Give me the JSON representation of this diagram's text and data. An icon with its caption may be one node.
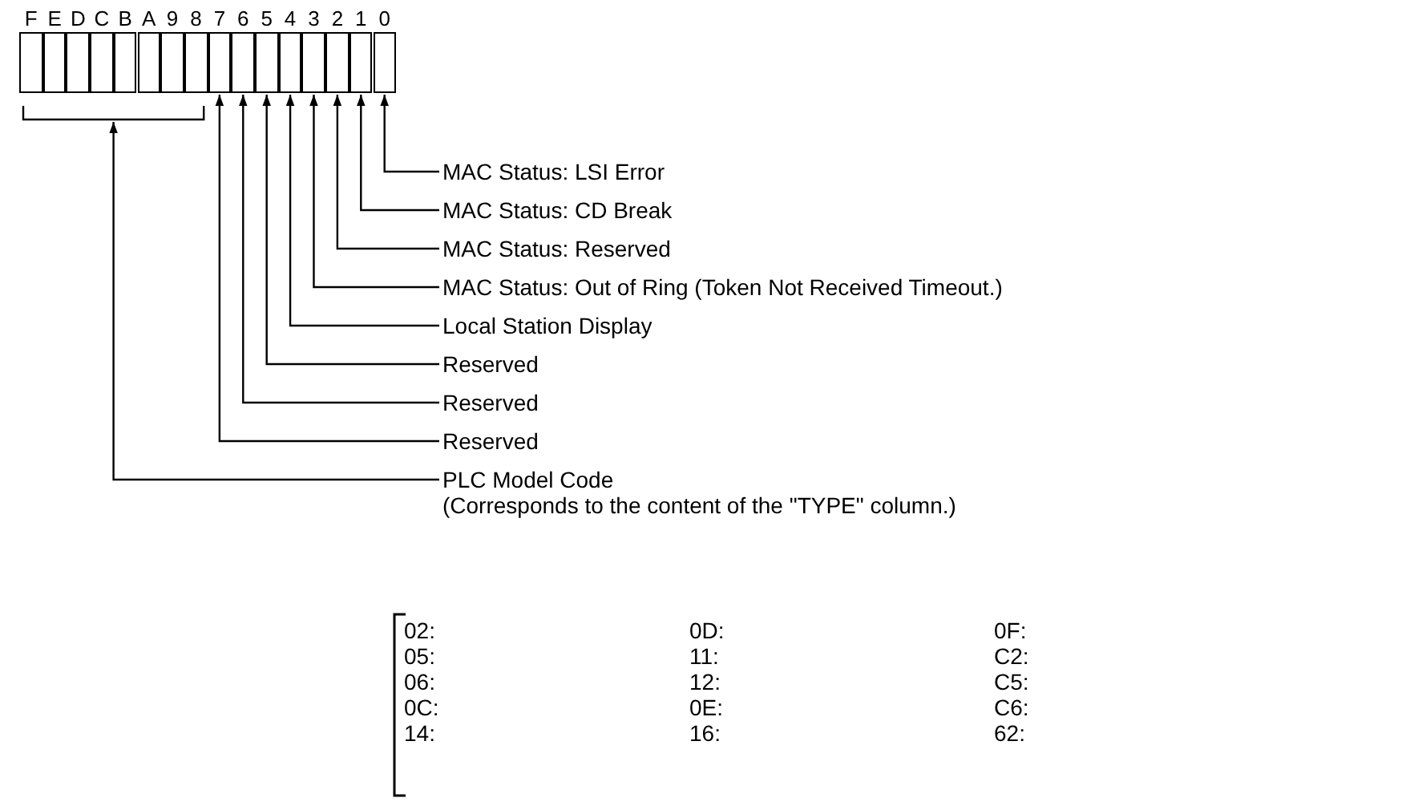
{
  "diagram": {
    "nodes": [
      {
        "text": [
          "F"
        ]
      },
      {
        "text": [
          "E"
        ]
      },
      {
        "text": [
          "D"
        ]
      },
      {
        "text": [
          "C"
        ]
      },
      {
        "text": [
          "B"
        ]
      },
      {
        "text": [
          "A"
        ]
      },
      {
        "text": [
          "9"
        ]
      },
      {
        "text": [
          "8"
        ]
      },
      {
        "text": [
          "7"
        ]
      },
      {
        "text": [
          "6"
        ]
      },
      {
        "text": [
          "5"
        ]
      },
      {
        "text": [
          "4"
        ]
      },
      {
        "text": [
          "3"
        ]
      },
      {
        "text": [
          "2"
        ]
      },
      {
        "text": [
          "1"
        ]
      },
      {
        "text": [
          "0"
        ]
      },
      {
        "text": [],
        "shape": "bracket"
      },
      {
        "text": [
          "MAC Status: LSI Error"
        ]
      },
      {
        "text": [
          "MAC Status: CD Break"
        ]
      },
      {
        "text": [
          "MAC Status: Reserved"
        ]
      },
      {
        "text": [
          "MAC Status: Out of Ring (Token Not Received Timeout.)"
        ]
      },
      {
        "text": [
          "Local Station Display"
        ]
      },
      {
        "text": [
          "Reserved"
        ]
      },
      {
        "text": [
          "Reserved"
        ]
      },
      {
        "text": [
          "Reserved"
        ]
      },
      {
        "text": [
          "PLC Model Code",
          "(Corresponds to the content of the \"TYPE\" column.)"
        ]
      }
    ],
    "edges": [
      {
        "from": 17,
        "to": 15,
        "arrow": "to"
      },
      {
        "from": 18,
        "to": 14,
        "arrow": "to"
      },
      {
        "from": 19,
        "to": 13,
        "arrow": "to"
      },
      {
        "from": 20,
        "to": 12,
        "arrow": "to"
      },
      {
        "from": 21,
        "to": 11,
        "arrow": "to"
      },
      {
        "from": 22,
        "to": 10,
        "arrow": "to"
      },
      {
        "from": 23,
        "to": 9,
        "arrow": "to"
      },
      {
        "from": 24,
        "to": 8,
        "arrow": "to"
      },
      {
        "from": 25,
        "to": 16,
        "arrow": "to"
      }
    ],
    "labels": [
      "02:",
      "0D:",
      "0F:",
      "05:",
      "11:",
      "C2:",
      "06:",
      "12:",
      "C5:",
      "0C:",
      "0E:",
      "C6:",
      "14:",
      "16:",
      "62:"
    ]
  }
}
